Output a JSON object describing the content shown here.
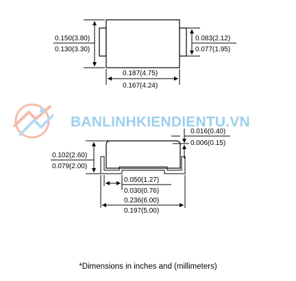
{
  "top_view": {
    "body_height": {
      "max": "0.150(3.80)",
      "min": "0.130(3.30)"
    },
    "lead_width": {
      "max": "0.083(2.12)",
      "min": "0.077(1.95)"
    },
    "body_width": {
      "max": "0.187(4.75)",
      "min": "0.167(4.24)"
    }
  },
  "side_view": {
    "lead_thickness": {
      "max": "0.016(0.40)",
      "min": "0.006(0.15)"
    },
    "package_height": {
      "max": "0.102(2.60)",
      "min": "0.079(2.00)"
    },
    "lead_length": {
      "max": "0.050(1.27)",
      "min": "0.030(0.76)"
    },
    "overall_length": {
      "max": "0.236(6.00)",
      "min": "0.197(5.00)"
    }
  },
  "watermark": {
    "text": "BANLINHKIENDIENTU.VN",
    "color": "#9cd0ec"
  },
  "footnote": "*Dimensions in inches and (millimeters)"
}
